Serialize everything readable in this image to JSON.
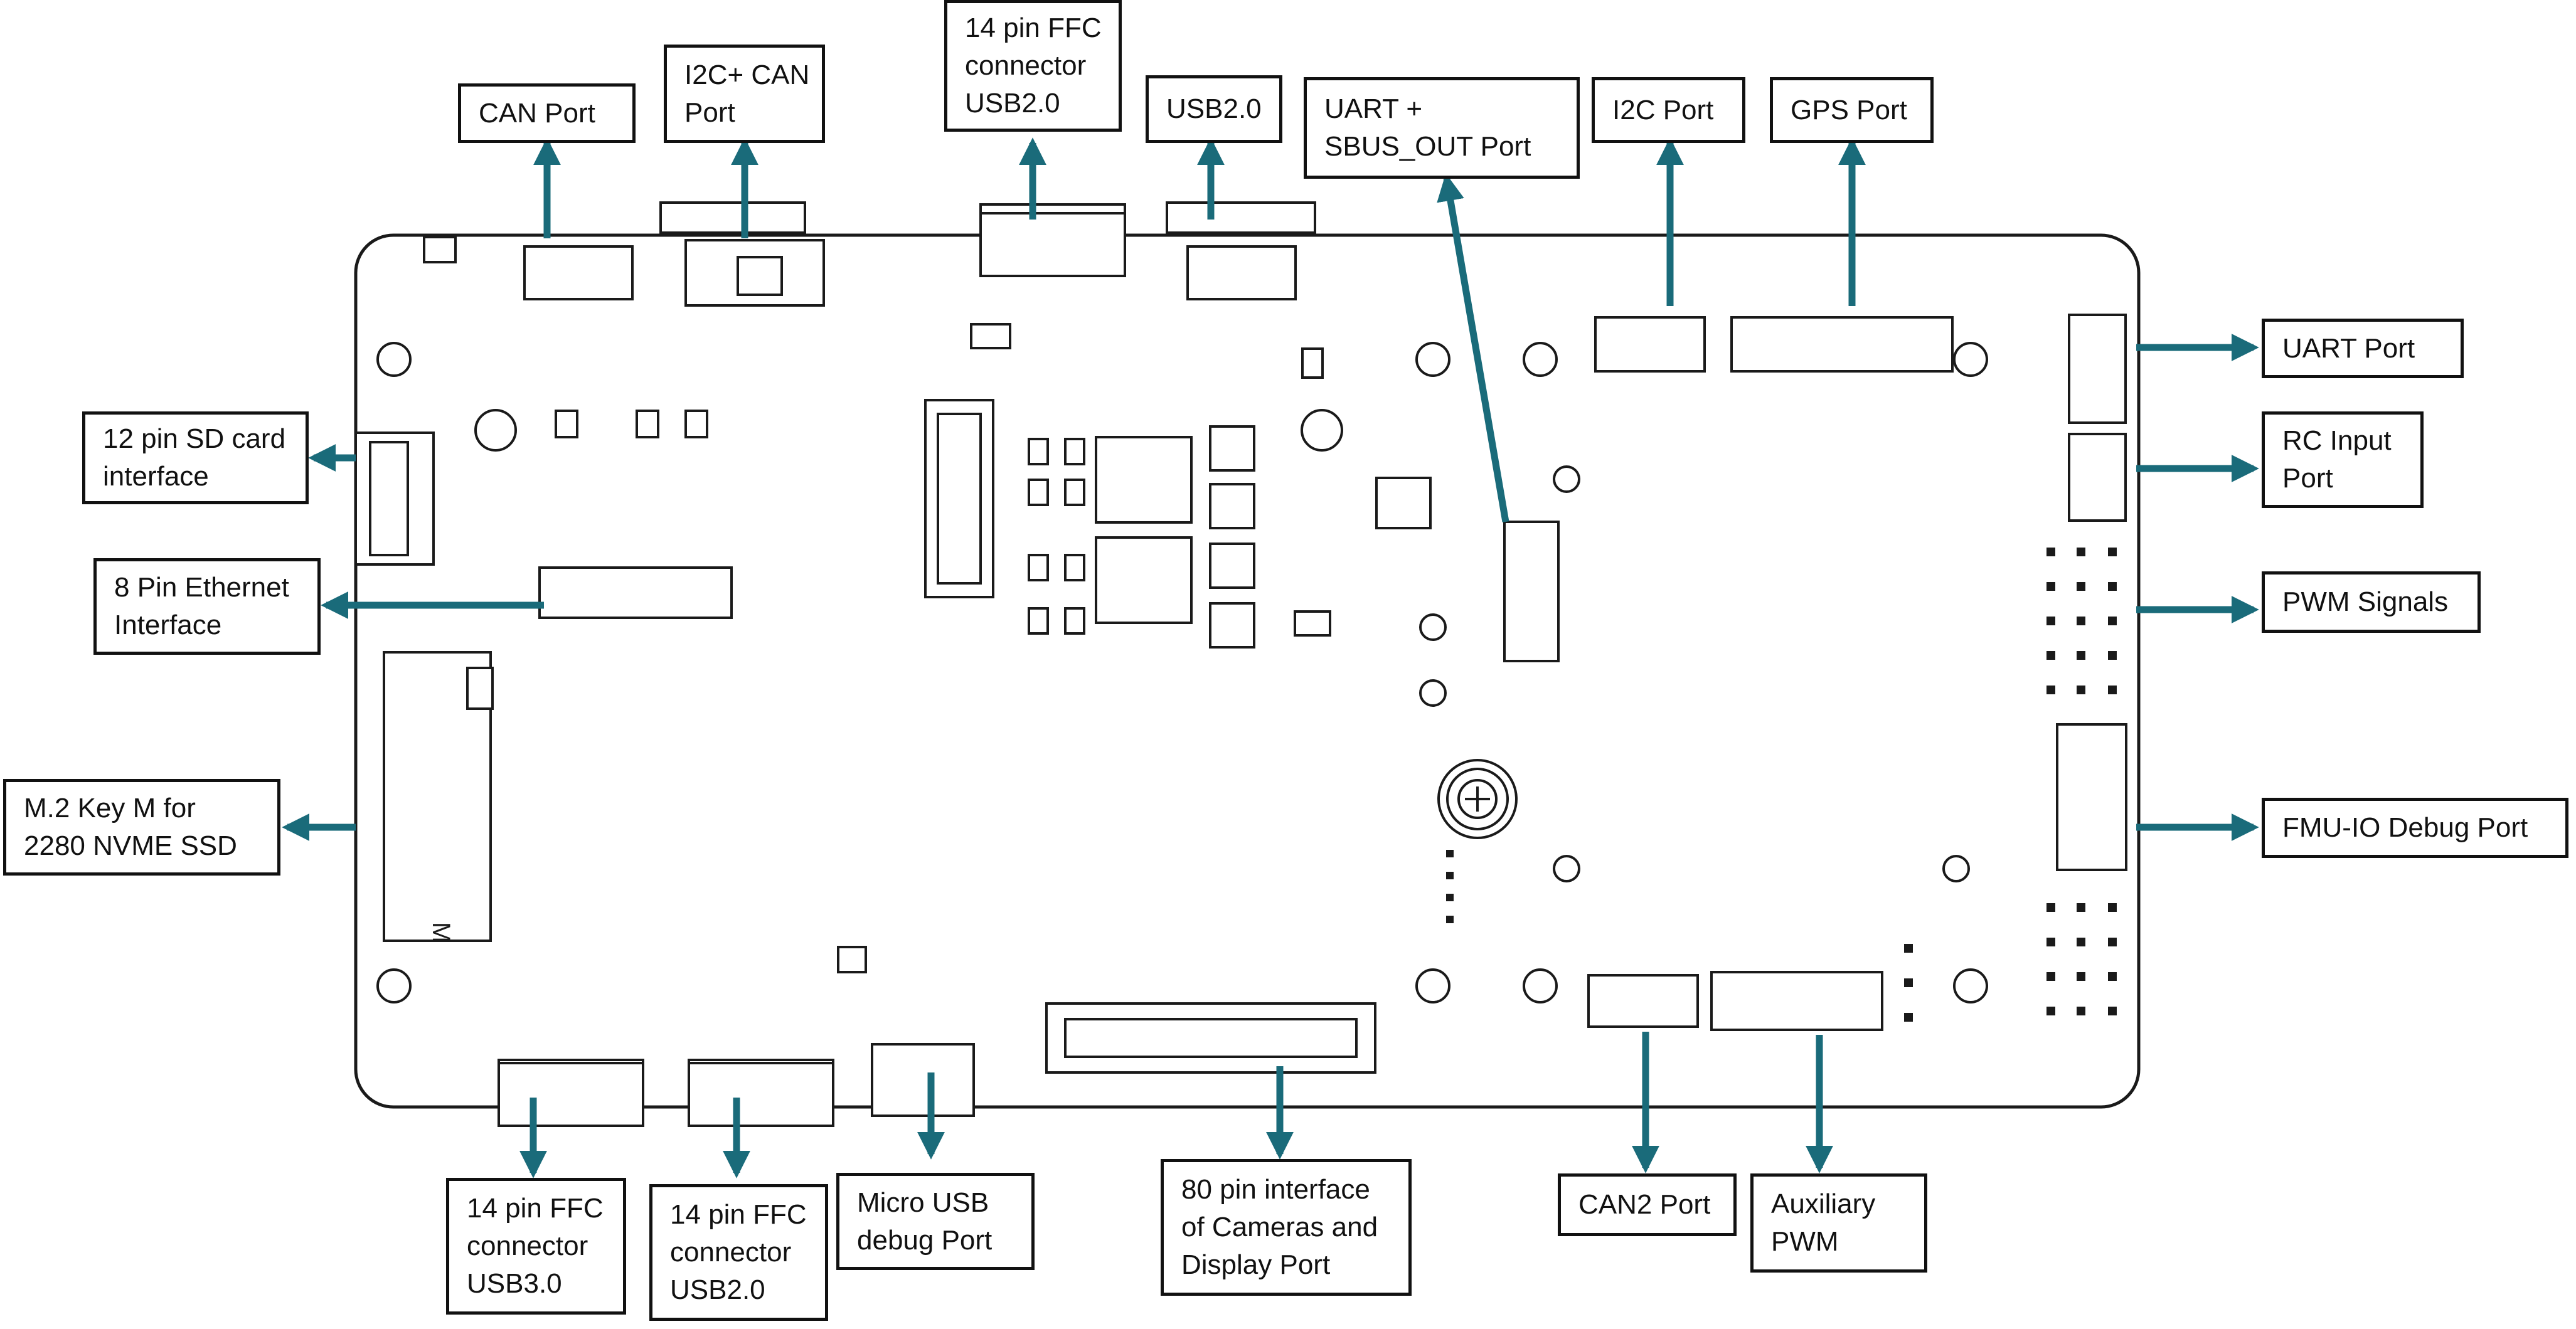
{
  "arrow_color": "#1a6b7a",
  "outline_color": "#1a1a1a",
  "labels": {
    "can_port": "CAN Port",
    "i2c_can_port": "I2C+ CAN\nPort",
    "ffc14_usb2_top": "14 pin FFC\nconnector\nUSB2.0",
    "usb2_top": "USB2.0",
    "uart_sbus": "UART +\nSBUS_OUT Port",
    "i2c_port": "I2C Port",
    "gps_port": "GPS Port",
    "sd_card": "12 pin SD card\ninterface",
    "ethernet": "8 Pin Ethernet\nInterface",
    "m2_ssd": "M.2 Key M for\n2280 NVME SSD",
    "uart_port": "UART Port",
    "rc_input": "RC Input\nPort",
    "pwm_signals": "PWM Signals",
    "fmu_debug": "FMU-IO Debug Port",
    "ffc14_usb3_bottom": "14 pin FFC\nconnector\nUSB3.0",
    "ffc14_usb2_bottom": "14 pin FFC\nconnector\nUSB2.0",
    "micro_usb": "Micro USB\ndebug Port",
    "pin80": "80 pin interface\nof Cameras and\nDisplay Port",
    "can2_port": "CAN2 Port",
    "aux_pwm": "Auxiliary\nPWM",
    "m2_silkscreen": "M"
  }
}
